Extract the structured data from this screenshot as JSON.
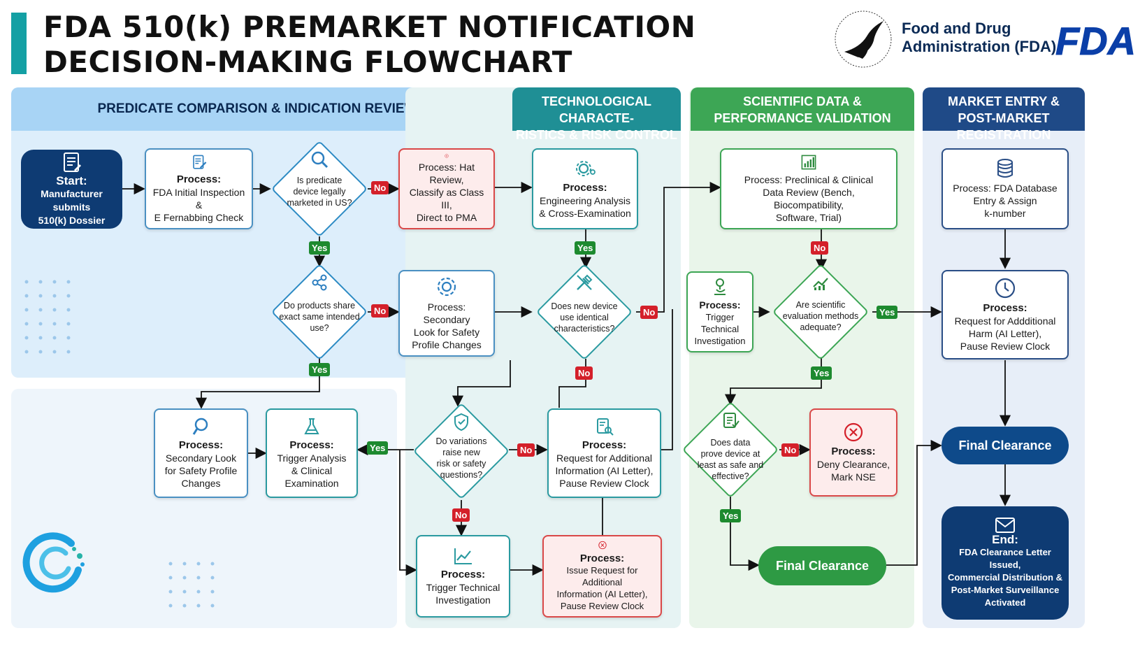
{
  "header": {
    "title_line1": "FDA 510(k) PREMARKET NOTIFICATION",
    "title_line2": "DECISION-MAKING FLOWCHART",
    "agency_line1": "Food and Drug",
    "agency_line2": "Administration (FDA)",
    "logo_text": "FDA"
  },
  "lanes": {
    "predicate": "PREDICATE COMPARISON & INDICATION REVIEW",
    "tech_line1": "TECHNOLOGICAL CHARACTE-",
    "tech_line2": "RISTICS & RISK CONTROL",
    "sci_line1": "SCIENTIFIC DATA &",
    "sci_line2": "PERFORMANCE VALIDATION",
    "market_line1": "MARKET ENTRY &",
    "market_line2": "POST-MARKET REGISTRATION"
  },
  "nodes": {
    "start": {
      "h": "Start:",
      "l1": "Manufacturer submits",
      "l2": "510(k) Dossier"
    },
    "initial": {
      "h": "Process:",
      "l1": "FDA Initial Inspection &",
      "l2": "E Fernabbing Check"
    },
    "d_predicate": {
      "l1": "Is predicate",
      "l2": "device legally",
      "l3": "marketed in US?"
    },
    "hat": {
      "l1": "Process: Hat Review,",
      "l2": "Classify as Class III,",
      "l3": "Direct to PMA"
    },
    "engineering": {
      "h": "Process:",
      "l1": "Engineering Analysis",
      "l2": "& Cross-Examination"
    },
    "preclinical": {
      "l1": "Process: Preclinical & Clinical",
      "l2": "Data Review (Bench, Biocompatibility,",
      "l3": "Software, Trial)"
    },
    "database": {
      "l1": "Process: FDA Database",
      "l2": "Entry & Assign",
      "l3": "k-number"
    },
    "d_intended": {
      "l1": "Do products share",
      "l2": "exact same intended",
      "l3": "use?"
    },
    "secondary_top": {
      "l1": "Process: Secondary",
      "l2": "Look for Safety",
      "l3": "Profile Changes"
    },
    "d_tech": {
      "l1": "Does new device",
      "l2": "use identical",
      "l3": "characteristics?"
    },
    "trigger_sci": {
      "h": "Process:",
      "l1": "Trigger Technical",
      "l2": "Investigation"
    },
    "d_methods": {
      "l1": "Are scientific",
      "l2": "evaluation methods",
      "l3": "adequate?"
    },
    "request_top": {
      "h": "Process:",
      "l1": "Request for Addditional",
      "l2": "Harm (AI Letter),",
      "l3": "Pause Review Clock"
    },
    "secondary_bottom": {
      "h": "Process:",
      "l1": "Secondary Look",
      "l2": "for Safety Profile",
      "l3": "Changes"
    },
    "trigger_analysis": {
      "h": "Process:",
      "l1": "Trigger Analysis",
      "l2": "& Clinical",
      "l3": "Examination"
    },
    "d_variations": {
      "l1": "Do variations",
      "l2": "raise new",
      "l3": "risk or safety",
      "l4": "questions?"
    },
    "request_mid": {
      "h": "Process:",
      "l1": "Request for Additional",
      "l2": "Information (AI Letter),",
      "l3": "Pause Review Clock"
    },
    "d_safe": {
      "l1": "Does data",
      "l2": "prove device at",
      "l3": "least as safe and",
      "l4": "effective?"
    },
    "deny": {
      "h": "Process:",
      "l1": "Deny Clearance,",
      "l2": "Mark NSE"
    },
    "final_right": "Final Clearance",
    "trigger_bottom": {
      "h": "Process:",
      "l1": "Trigger Technical",
      "l2": "Investigation"
    },
    "issue_request": {
      "h": "Process:",
      "l1": "Issue Request for Additional",
      "l2": "Information (AI Letter),",
      "l3": "Pause Review Clock"
    },
    "final_mid": "Final Clearance",
    "end": {
      "h": "End:",
      "l1": "FDA Clearance Letter",
      "l2": "Issued,",
      "l3": "Commercial Distribution &",
      "l4": "Post-Market Surveillance",
      "l5": "Activated"
    }
  },
  "labels": {
    "yes": "Yes",
    "no": "No"
  },
  "colors": {
    "accent_teal": "#14a0a4",
    "navy": "#0e3b73",
    "lane_blue": "#a8d4f5",
    "lane_teal": "#1f8f95",
    "lane_green": "#3da655",
    "lane_navy": "#1f4a87",
    "yes_green": "#1d8a2f",
    "no_red": "#d4202a"
  }
}
